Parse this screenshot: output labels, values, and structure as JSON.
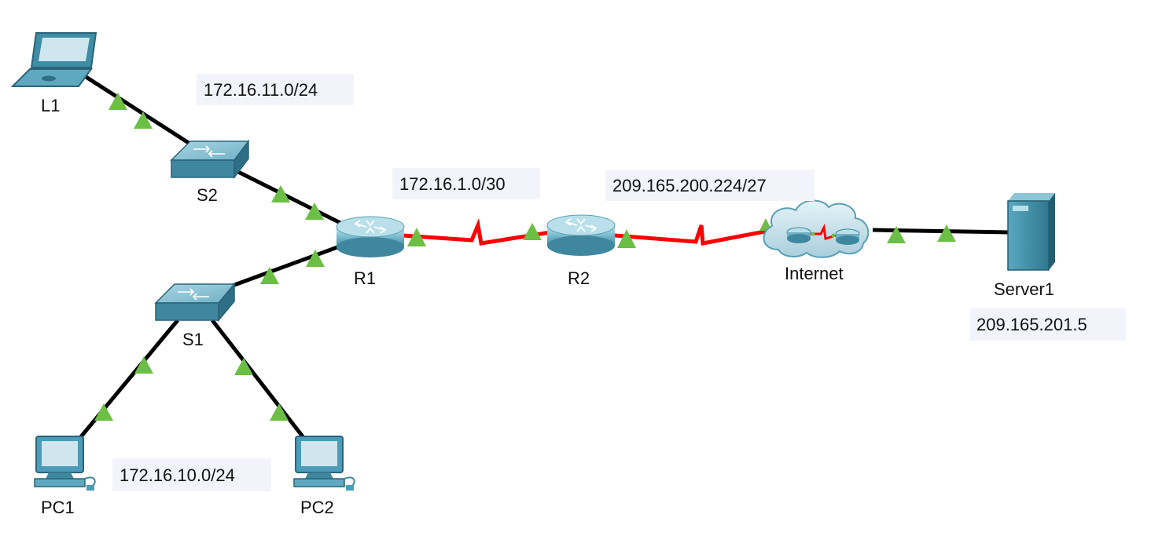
{
  "topology": {
    "devices": {
      "l1": {
        "label": "L1",
        "type": "laptop"
      },
      "s2": {
        "label": "S2",
        "type": "switch"
      },
      "s1": {
        "label": "S1",
        "type": "switch"
      },
      "r1": {
        "label": "R1",
        "type": "router"
      },
      "r2": {
        "label": "R2",
        "type": "router"
      },
      "internet": {
        "label": "Internet",
        "type": "cloud"
      },
      "server1": {
        "label": "Server1",
        "type": "server"
      },
      "pc1": {
        "label": "PC1",
        "type": "pc"
      },
      "pc2": {
        "label": "PC2",
        "type": "pc"
      }
    },
    "networks": {
      "lan_l1": "172.16.11.0/24",
      "wan_r1_r2": "172.16.1.0/30",
      "wan_r2_internet": "209.165.200.224/27",
      "server_ip": "209.165.201.5",
      "lan_pcs": "172.16.10.0/24"
    },
    "links": [
      {
        "from": "L1",
        "to": "S2",
        "medium": "ethernet",
        "status": "up"
      },
      {
        "from": "S2",
        "to": "R1",
        "medium": "ethernet",
        "status": "up"
      },
      {
        "from": "S1",
        "to": "R1",
        "medium": "ethernet",
        "status": "up"
      },
      {
        "from": "R1",
        "to": "R2",
        "medium": "serial",
        "status": "up"
      },
      {
        "from": "R2",
        "to": "Internet",
        "medium": "serial",
        "status": "up"
      },
      {
        "from": "Internet",
        "to": "Server1",
        "medium": "ethernet",
        "status": "up"
      },
      {
        "from": "S1",
        "to": "PC1",
        "medium": "ethernet",
        "status": "up"
      },
      {
        "from": "S1",
        "to": "PC2",
        "medium": "ethernet",
        "status": "up"
      }
    ],
    "colors": {
      "ethernet": "#000000",
      "serial": "#ff0000",
      "link_up": "#6cbf45",
      "device_body": "#4a9cb8",
      "device_dark": "#2f6f86",
      "device_light": "#9fd0e0"
    }
  }
}
